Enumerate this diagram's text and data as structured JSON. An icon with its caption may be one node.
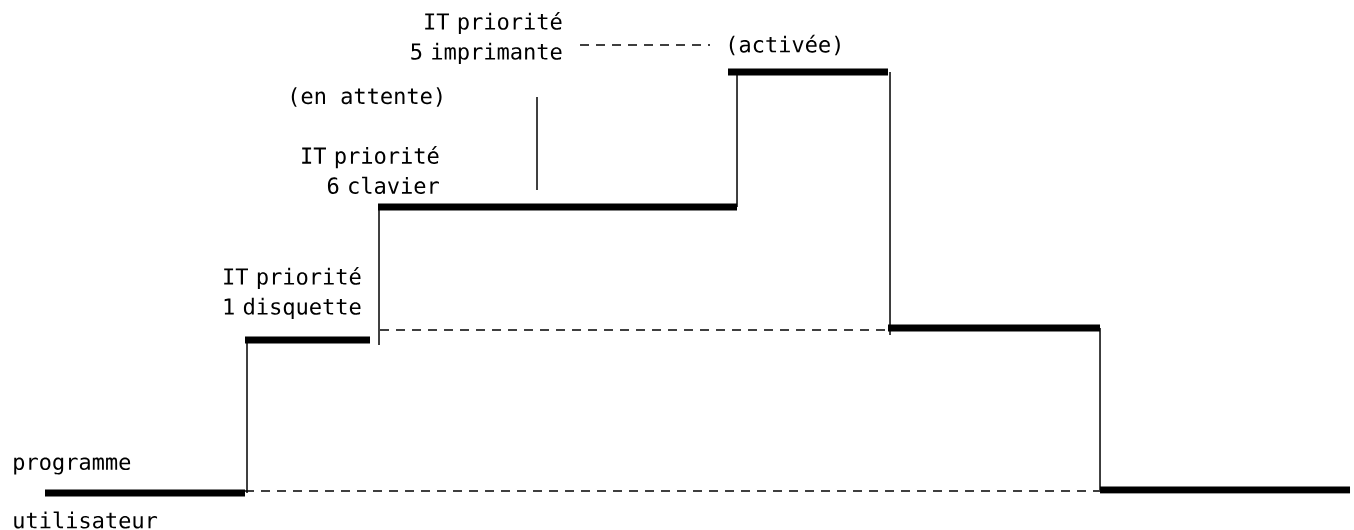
{
  "diagram": {
    "labels": [
      "IT priorité 5 imprimante",
      "(activée)",
      "(en attente)",
      "IT priorité 6 clavier",
      "IT priorité 1 disquette",
      "programme",
      "utilisateur"
    ]
  }
}
